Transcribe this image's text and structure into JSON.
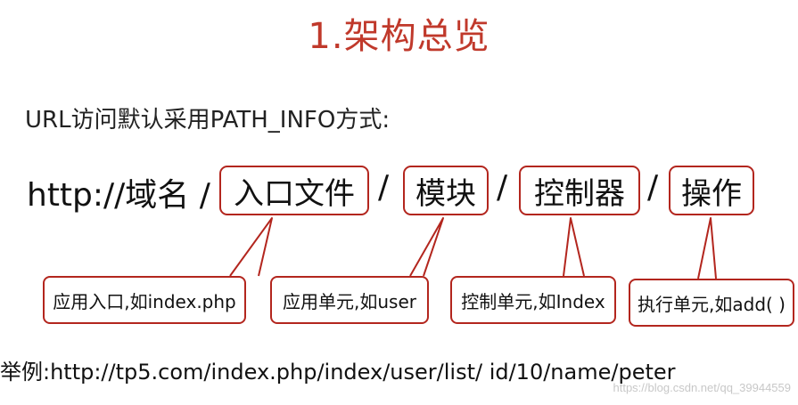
{
  "slide": {
    "title": "1.架构总览",
    "subtitle": "URL访问默认采用PATH_INFO方式:",
    "url": {
      "prefix": "http://域名 /",
      "sep1": "/",
      "sep2": "/",
      "sep3": "/",
      "segments": [
        "入口文件",
        "模块",
        "控制器",
        "操作"
      ]
    },
    "callouts": [
      "应用入口,如index.php",
      "应用单元,如user",
      "控制单元,如Index",
      "执行单元,如add( )"
    ],
    "example": "举例:http://tp5.com/index.php/index/user/list/  id/10/name/peter",
    "watermark": "https://blog.csdn.net/qq_39944559"
  },
  "colors": {
    "title": "#c0392b",
    "border": "#b3261e",
    "text": "#111111"
  }
}
